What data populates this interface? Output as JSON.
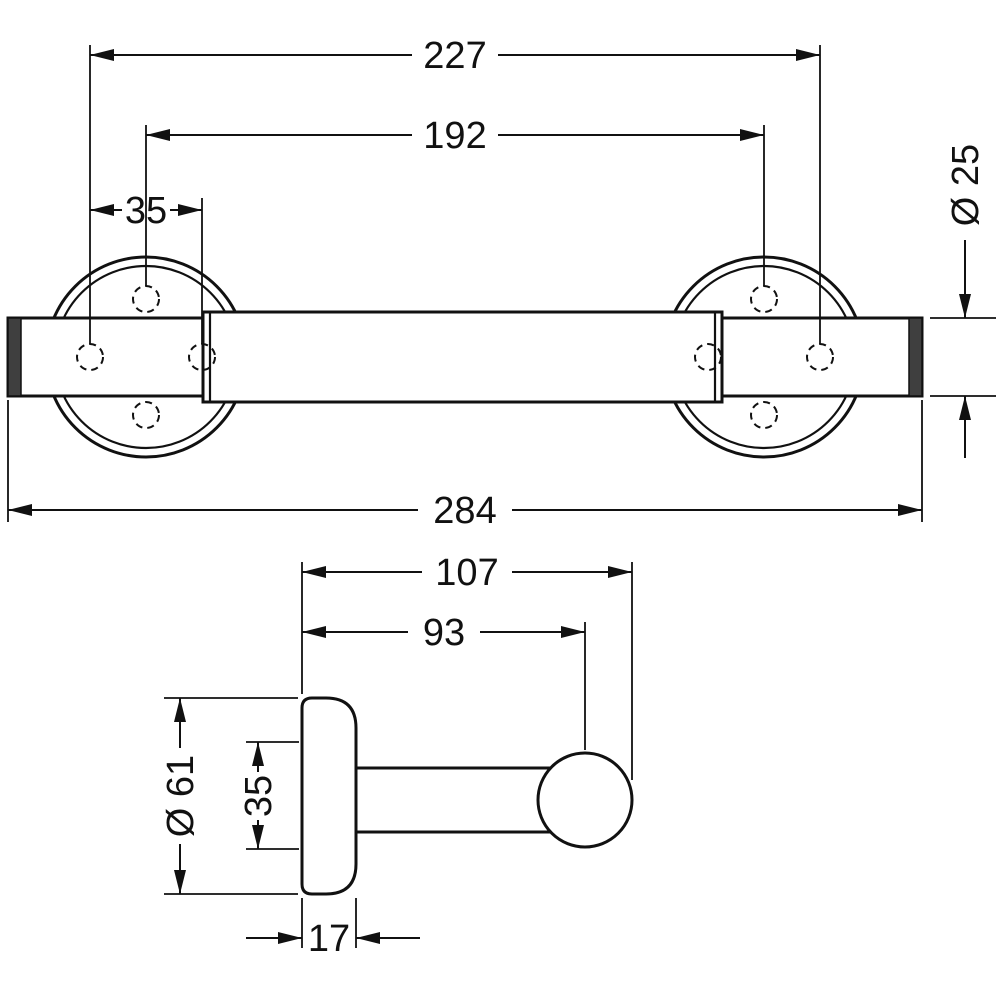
{
  "meta": {
    "type": "technical-dimension-drawing",
    "subject": "grab-bar-with-wall-flanges",
    "line_color": "#111111",
    "background_color": "#ffffff"
  },
  "front": {
    "dim_227": "227",
    "dim_192": "192",
    "dim_35": "35",
    "dim_dia25": "Ø 25",
    "dim_284": "284"
  },
  "side": {
    "dim_107": "107",
    "dim_93": "93",
    "dim_dia61": "Ø 61",
    "dim_35": "35",
    "dim_17": "17"
  }
}
